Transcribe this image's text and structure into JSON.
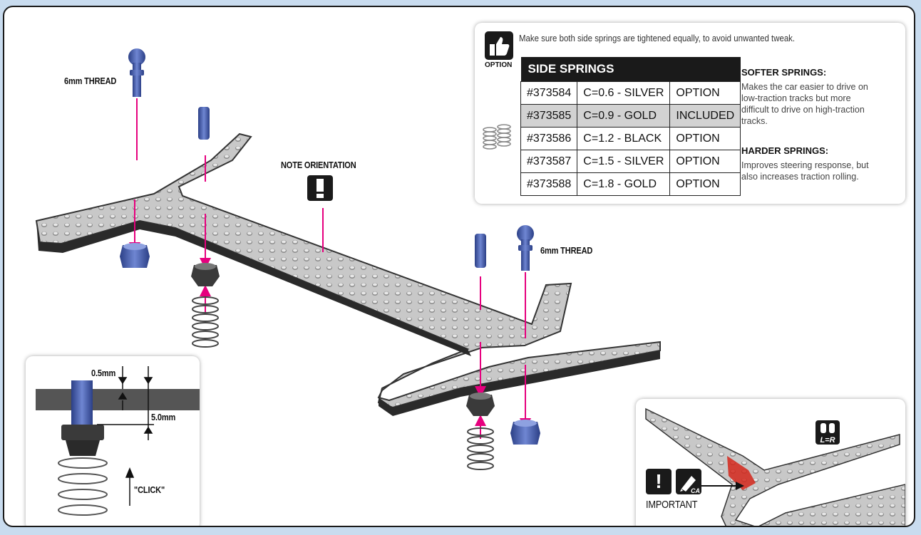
{
  "labels": {
    "thread_top": "6mm THREAD",
    "thread_right": "6mm THREAD",
    "note_orientation": "NOTE ORIENTATION"
  },
  "option_panel": {
    "note": "Make sure both side springs are tightened equally, to avoid unwanted tweak.",
    "option_word": "OPTION",
    "table_title": "SIDE SPRINGS",
    "rows": [
      {
        "part": "#373584",
        "spec": "C=0.6 - SILVER",
        "status": "OPTION"
      },
      {
        "part": "#373585",
        "spec": "C=0.9 - GOLD",
        "status": "INCLUDED"
      },
      {
        "part": "#373586",
        "spec": "C=1.2 - BLACK",
        "status": "OPTION"
      },
      {
        "part": "#373587",
        "spec": "C=1.5 - SILVER",
        "status": "OPTION"
      },
      {
        "part": "#373588",
        "spec": "C=1.8 - GOLD",
        "status": "OPTION"
      }
    ],
    "softer_title": "SOFTER SPRINGS:",
    "softer_text": "Makes the car easier to drive on low-traction tracks but more difficult to drive on high-traction tracks.",
    "harder_title": "HARDER SPRINGS:",
    "harder_text": "Improves steering response, but also increases traction rolling."
  },
  "inset_left": {
    "dim_a": "0.5mm",
    "dim_b": "5.0mm",
    "click": "\"CLICK\""
  },
  "inset_right": {
    "important": "IMPORTANT",
    "lr_badge": "L=R",
    "ca_badge": "CA"
  },
  "colors": {
    "arrow": "#e6007e",
    "part_blue": "#3c55a8",
    "frame_bg": "#c9dcef",
    "glue_red": "#d4271b"
  }
}
